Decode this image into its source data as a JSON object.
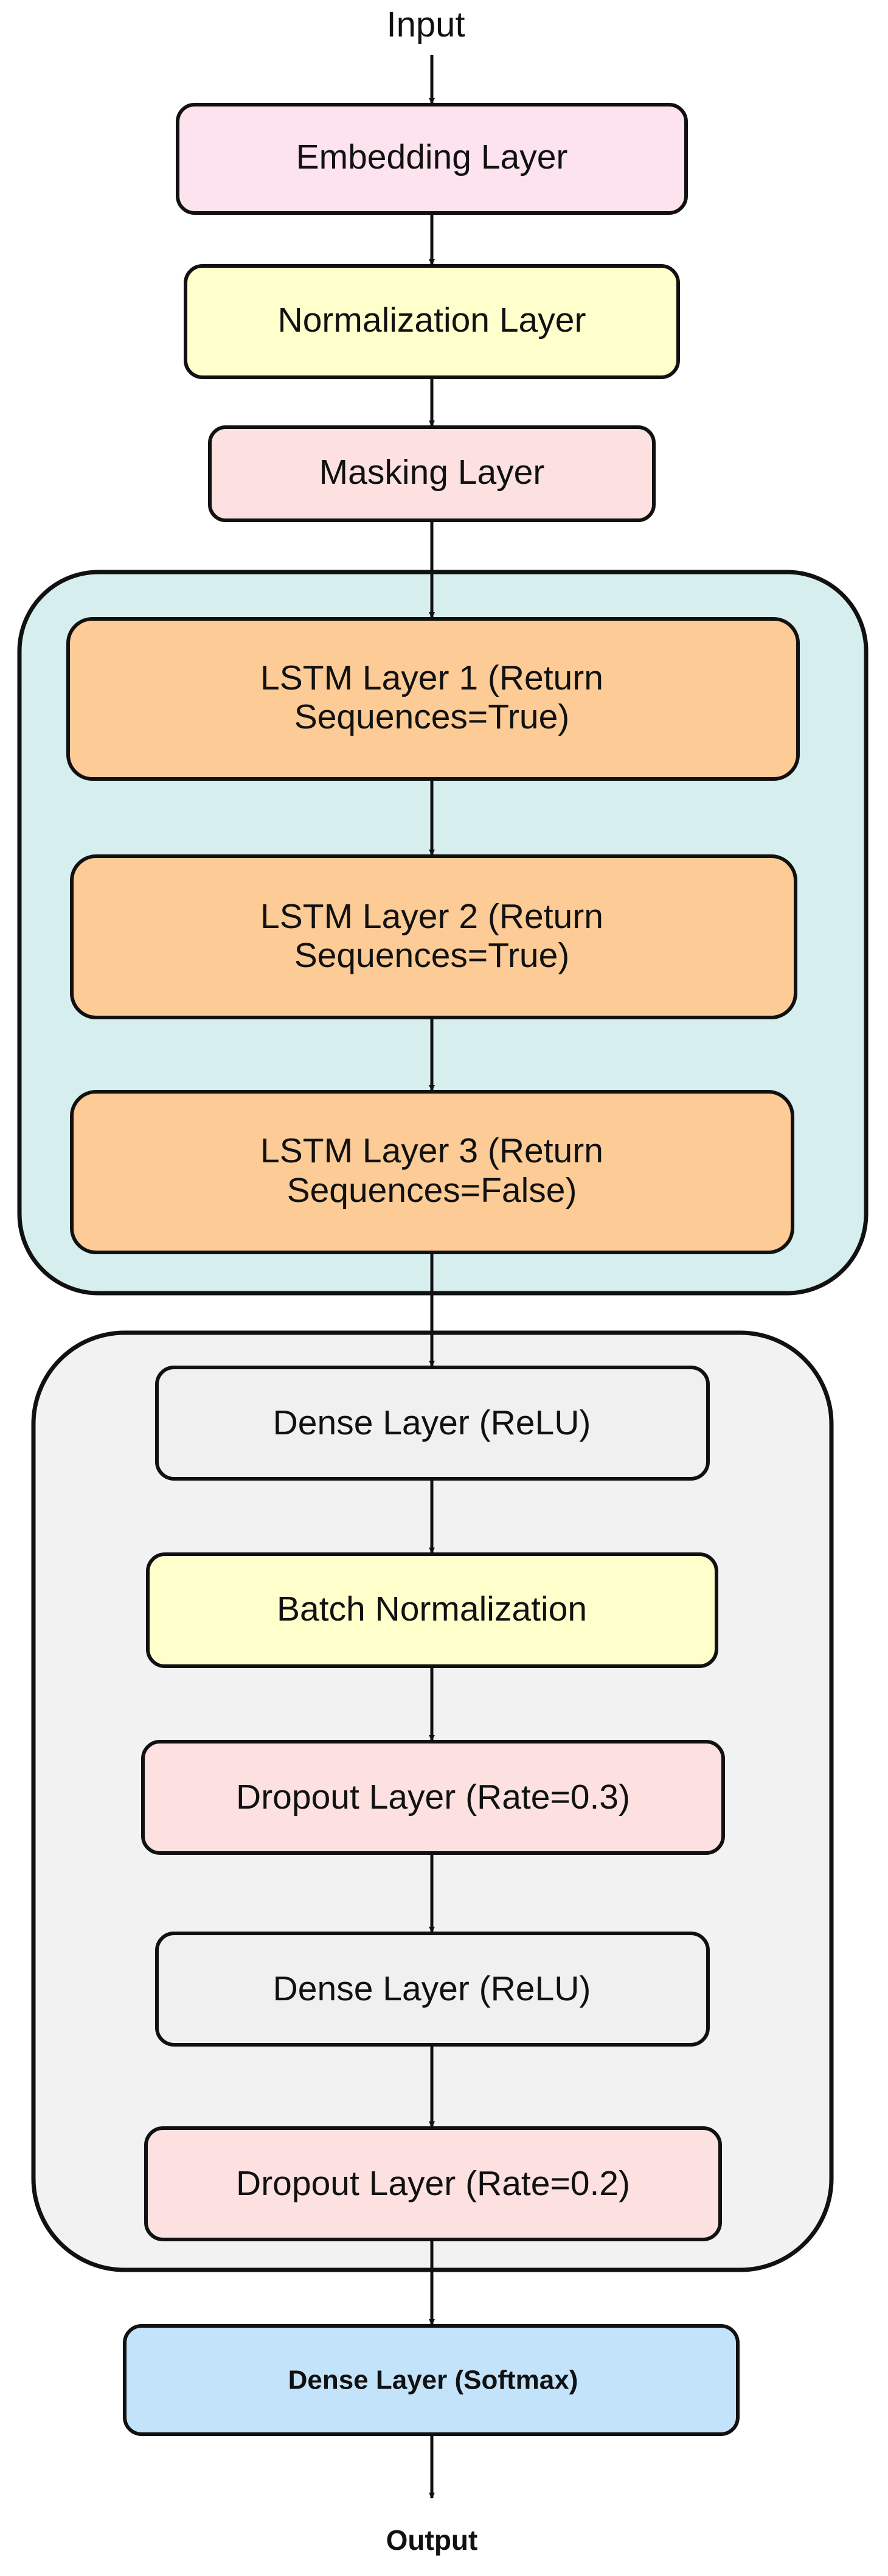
{
  "diagram": {
    "input_label": "Input",
    "output_label": "Output",
    "colors": {
      "embedding": "#fde3ee",
      "normalization": "#ffffcc",
      "masking": "#fde0e0",
      "lstm": "#fdcb95",
      "lstm_group": "#d6eeee",
      "dense_group": "#f2f2f2",
      "dense": "#f0f0f0",
      "dropout": "#fde0e0",
      "softmax": "#c3e3fa",
      "stroke": "#111111"
    },
    "layers": {
      "embedding": "Embedding Layer",
      "normalization": "Normalization Layer",
      "masking": "Masking Layer",
      "lstm1": {
        "line1": "LSTM Layer 1 (Return",
        "line2": "Sequences=True)"
      },
      "lstm2": {
        "line1": "LSTM Layer 2 (Return",
        "line2": "Sequences=True)"
      },
      "lstm3": {
        "line1": "LSTM Layer 3 (Return",
        "line2": "Sequences=False)"
      },
      "dense1": "Dense Layer (ReLU)",
      "batchnorm": "Batch Normalization",
      "dropout1": "Dropout Layer (Rate=0.3)",
      "dense2": "Dense Layer (ReLU)",
      "dropout2": "Dropout Layer (Rate=0.2)",
      "softmax": "Dense Layer (Softmax)"
    }
  }
}
